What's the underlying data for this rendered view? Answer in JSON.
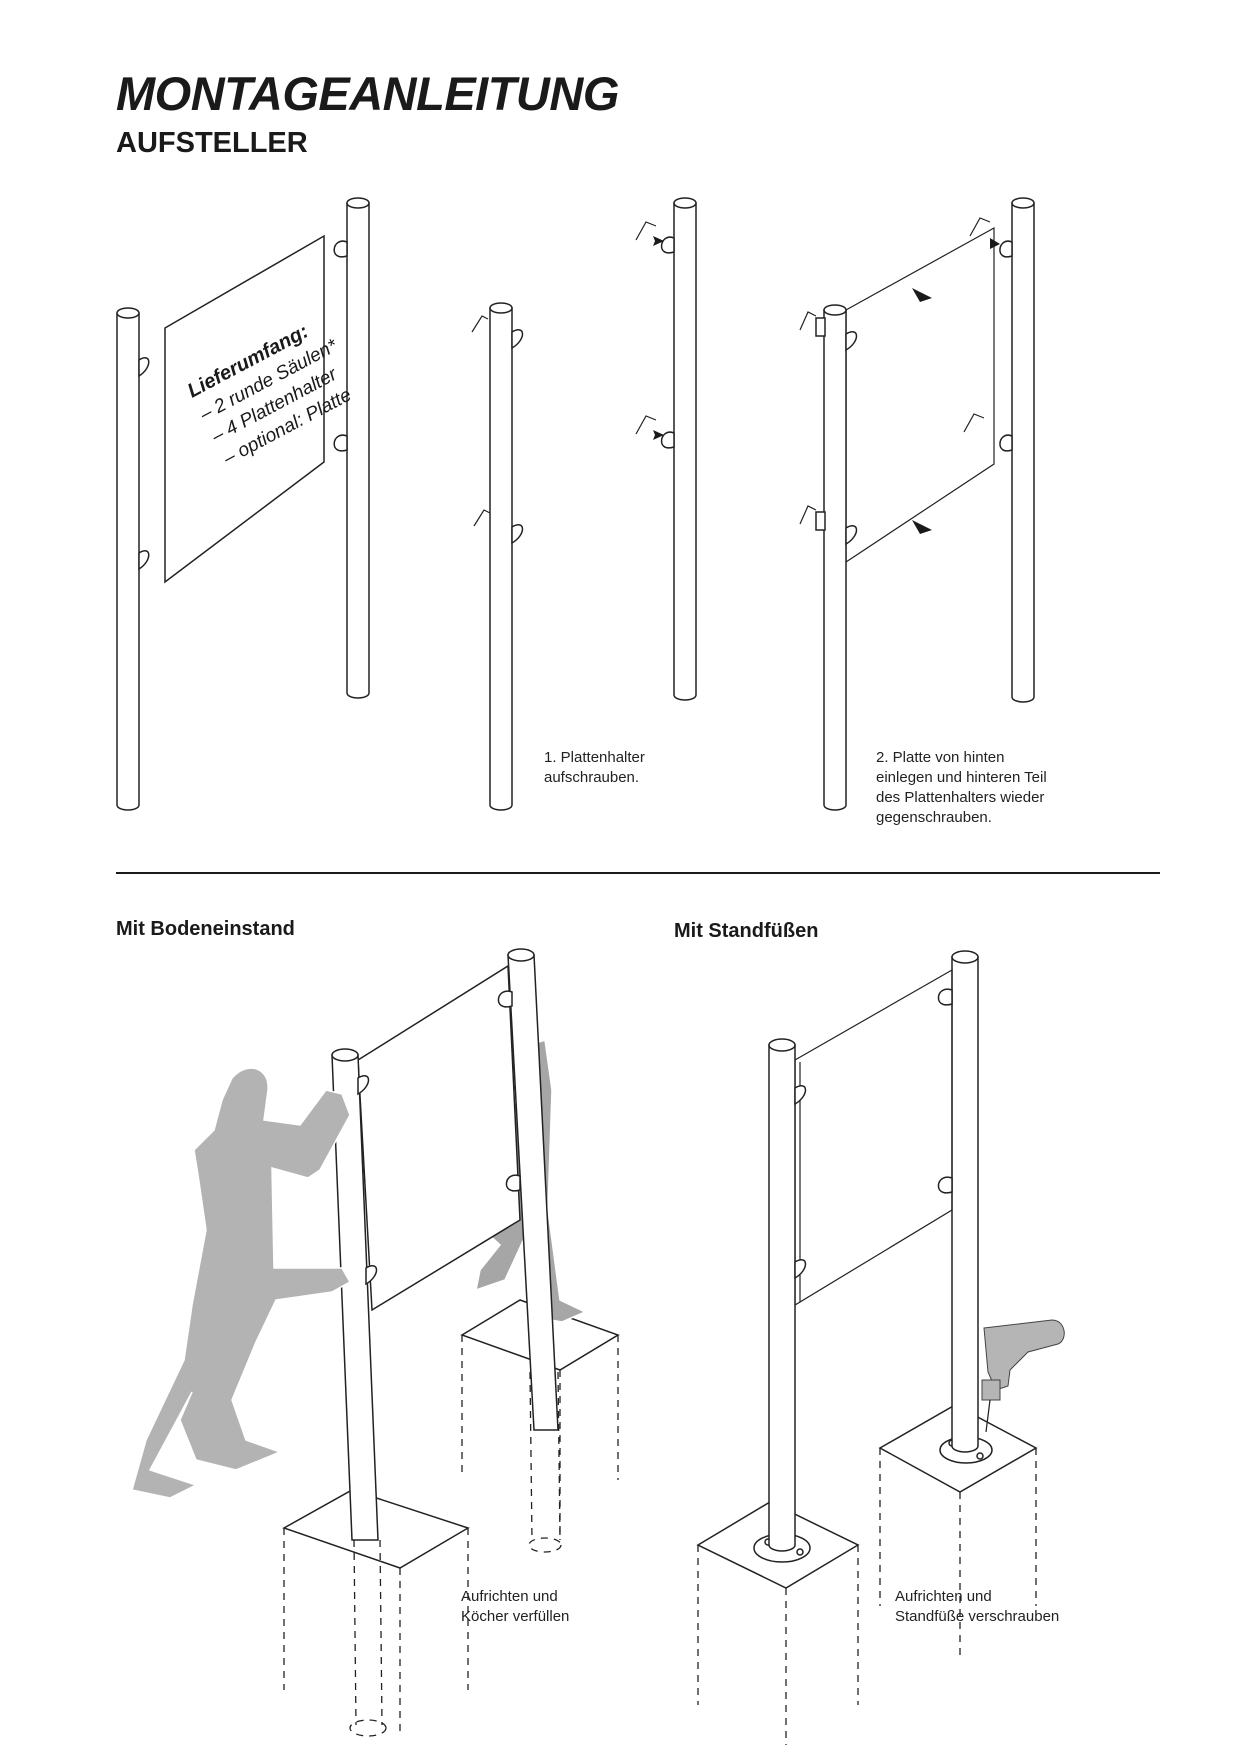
{
  "header": {
    "title": "MONTAGEANLEITUNG",
    "subtitle": "AUFSTELLER"
  },
  "scope_of_delivery": {
    "heading": "Lieferumfang:",
    "items": [
      "– 2 runde Säulen*",
      "– 4 Plattenhalter",
      "– optional: Platte"
    ]
  },
  "steps": [
    {
      "lines": [
        "1. Plattenhalter",
        "aufschrauben."
      ]
    },
    {
      "lines": [
        "2. Platte von hinten",
        "einlegen und hinteren Teil",
        "des Plattenhalters wieder",
        "gegenschrauben."
      ]
    }
  ],
  "sections": {
    "ground": {
      "title": "Mit Bodeneinstand",
      "caption": [
        "Aufrichten und",
        "Köcher verfüllen"
      ]
    },
    "feet": {
      "title": "Mit Standfüßen",
      "caption": [
        "Aufrichten und",
        "Standfüße verschrauben"
      ]
    }
  }
}
